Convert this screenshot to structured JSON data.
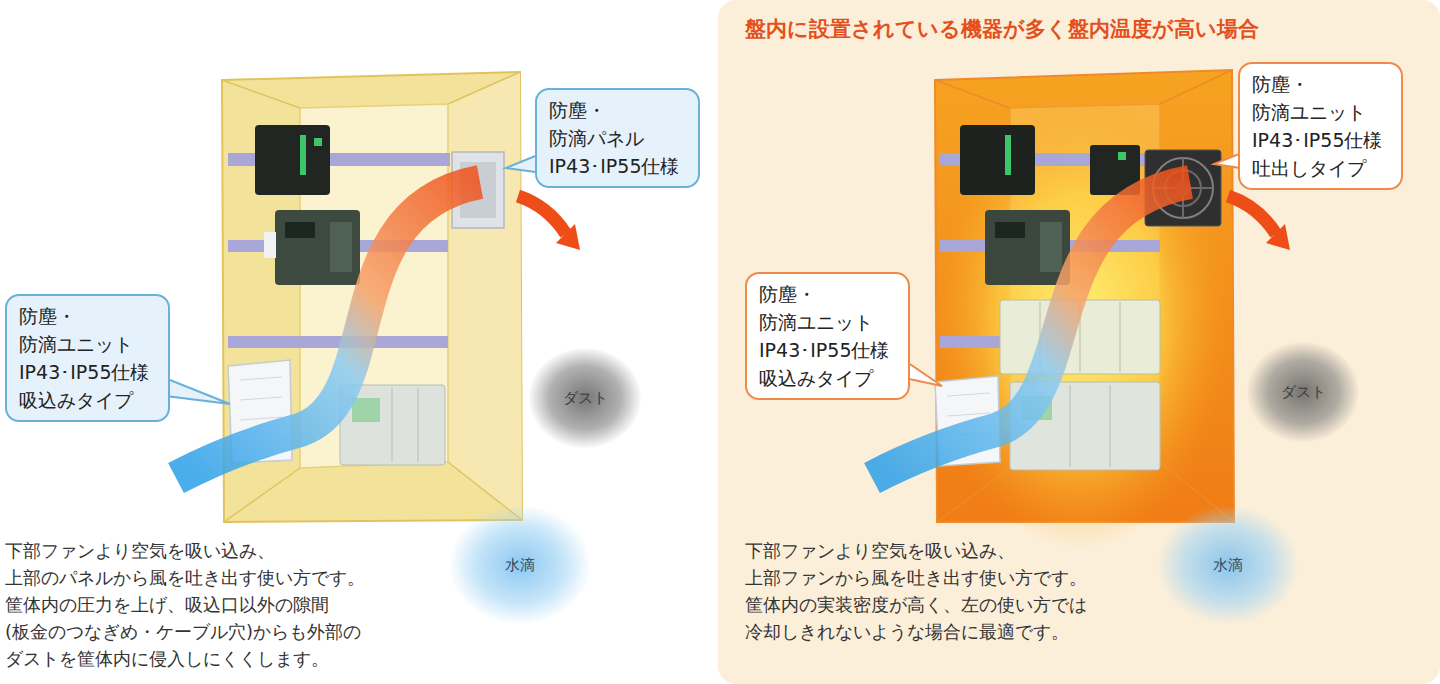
{
  "diagram": {
    "nodes": [
      {
        "text": [
          "防塵・ 防滴パネル IP43･IP55仕様"
        ]
      },
      {
        "text": [
          "防塵・ 防滴ユニット IP43･IP55仕様 吸込みタイプ"
        ]
      },
      {
        "text": [
          "ダスト"
        ]
      },
      {
        "text": [
          "水滴"
        ]
      },
      {
        "text": [
          "防塵・ 防滴ユニット IP43･IP55仕様 吐出しタイプ"
        ]
      },
      {
        "text": [
          "防塵・ 防滴ユニット IP43･IP55仕様 吸込みタイプ"
        ]
      },
      {
        "text": [
          "ダスト"
        ]
      },
      {
        "text": [
          "水滴"
        ]
      }
    ],
    "labels": [
      "下部ファンより空気を吸い込み、 上部のパネルから風を吐き出す使い方です。 筐体内の圧力を上げ、吸込口以外の隙間 (板金のつなぎめ・ケーブル穴)からも外部の ダストを筐体内に侵入しにくくします。",
      "盤内に設置されている機器が多く盤内温度が高い場合",
      "下部ファンより空気を吸い込み、 上部ファンから風を吐き出す使い方です。 筐体内の実装密度が高く、左の使い方では 冷却しきれないような場合に最適です。"
    ]
  }
}
